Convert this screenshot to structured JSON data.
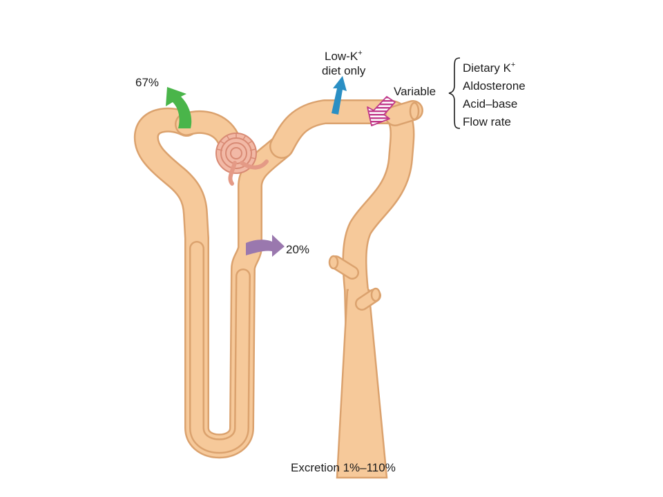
{
  "colors": {
    "tubule_outline": "#dba26e",
    "tubule_fill": "#f6c99a",
    "glomerulus": "#e49a86",
    "proximal_arrow": "#4ab54a",
    "loop_arrow": "#9a78ae",
    "low_k_arrow": "#2a8fc4",
    "variable_arrow": "#c0398a",
    "text": "#1a1a1a"
  },
  "labels": {
    "proximal_percent": "67%",
    "loop_percent": "20%",
    "low_k_line1": "Low-K",
    "low_k_sup": "+",
    "low_k_line2": "diet only",
    "variable": "Variable",
    "excretion": "Excretion 1%–110%"
  },
  "factors": [
    {
      "text": "Dietary K",
      "sup": "+"
    },
    {
      "text": "Aldosterone",
      "sup": ""
    },
    {
      "text": "Acid–base",
      "sup": ""
    },
    {
      "text": "Flow rate",
      "sup": ""
    }
  ]
}
